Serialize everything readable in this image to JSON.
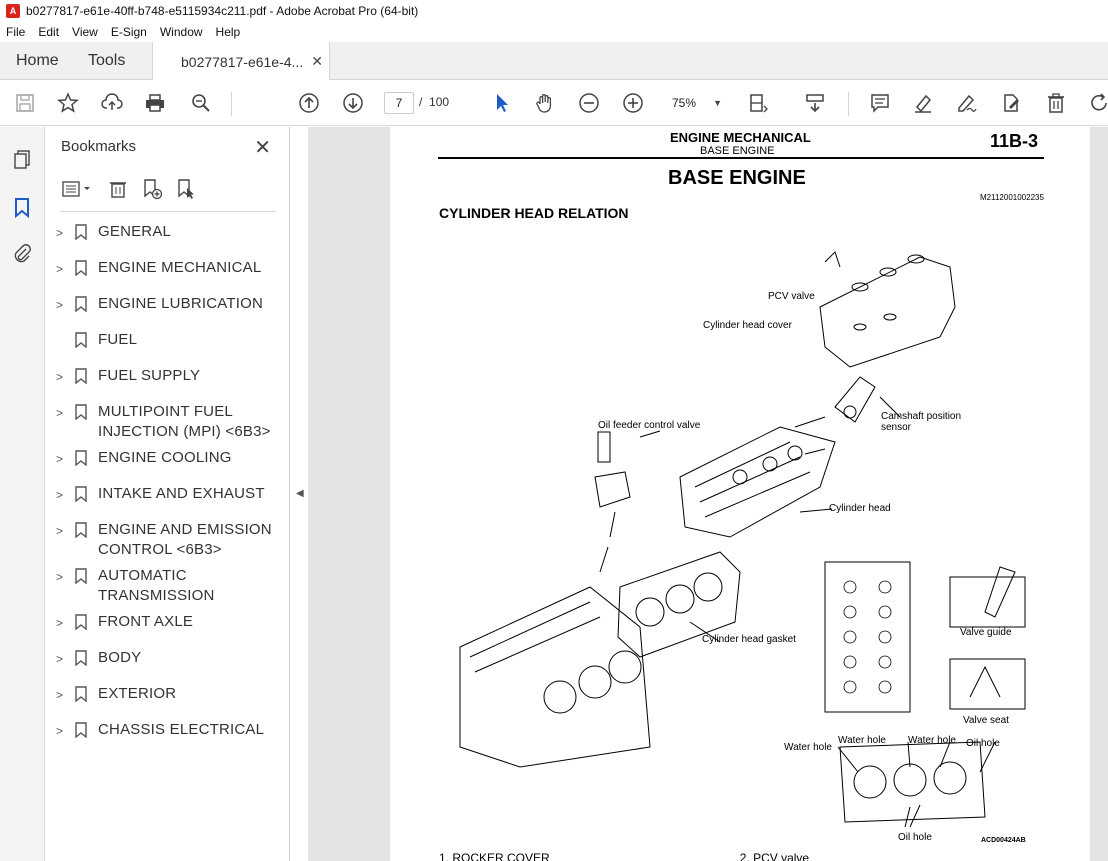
{
  "window": {
    "title": "b0277817-e61e-40ff-b748-e5115934c211.pdf - Adobe Acrobat Pro (64-bit)",
    "app_icon": "acrobat-icon"
  },
  "menu": [
    "File",
    "Edit",
    "View",
    "E-Sign",
    "Window",
    "Help"
  ],
  "tabs": {
    "home": "Home",
    "tools": "Tools",
    "document": "b0277817-e61e-4..."
  },
  "toolbar": {
    "current_page": "7",
    "page_separator": "/",
    "total_pages": "100",
    "zoom": "75%"
  },
  "bookmarks": {
    "header": "Bookmarks",
    "items": [
      {
        "label": "GENERAL",
        "expandable": true
      },
      {
        "label": "ENGINE MECHANICAL",
        "expandable": true
      },
      {
        "label": "ENGINE LUBRICATION",
        "expandable": true
      },
      {
        "label": "FUEL",
        "expandable": false
      },
      {
        "label": "FUEL SUPPLY",
        "expandable": true
      },
      {
        "label": "MULTIPOINT FUEL INJECTION (MPI) <6B3>",
        "expandable": true
      },
      {
        "label": "ENGINE COOLING",
        "expandable": true
      },
      {
        "label": "INTAKE AND EXHAUST",
        "expandable": true
      },
      {
        "label": "ENGINE AND EMISSION CONTROL <6B3>",
        "expandable": true
      },
      {
        "label": "AUTOMATIC TRANSMISSION",
        "expandable": true
      },
      {
        "label": "FRONT AXLE",
        "expandable": true
      },
      {
        "label": "BODY",
        "expandable": true
      },
      {
        "label": "EXTERIOR",
        "expandable": true
      },
      {
        "label": "CHASSIS ELECTRICAL",
        "expandable": true
      }
    ]
  },
  "page": {
    "header_title": "ENGINE MECHANICAL",
    "header_sub": "BASE ENGINE",
    "page_number": "11B-3",
    "title": "BASE ENGINE",
    "doc_code": "M2112001002235",
    "section": "CYLINDER HEAD RELATION",
    "figure_code": "ACD00424AB",
    "labels": {
      "pcv_valve": "PCV valve",
      "cylinder_head_cover": "Cylinder head cover",
      "camshaft_sensor_1": "Camshaft position",
      "camshaft_sensor_2": "sensor",
      "oil_feeder": "Oil feeder control valve",
      "cylinder_head": "Cylinder head",
      "head_gasket": "Cylinder head gasket",
      "valve_guide": "Valve guide",
      "valve_seat": "Valve seat",
      "water_hole_1": "Water hole",
      "water_hole_2": "Water hole",
      "water_hole_3": "Water hole",
      "oil_hole_1": "Oil hole",
      "oil_hole_2": "Oil hole"
    },
    "footer_line": "1. ROCKER COVER                                                         2. PCV valve"
  }
}
